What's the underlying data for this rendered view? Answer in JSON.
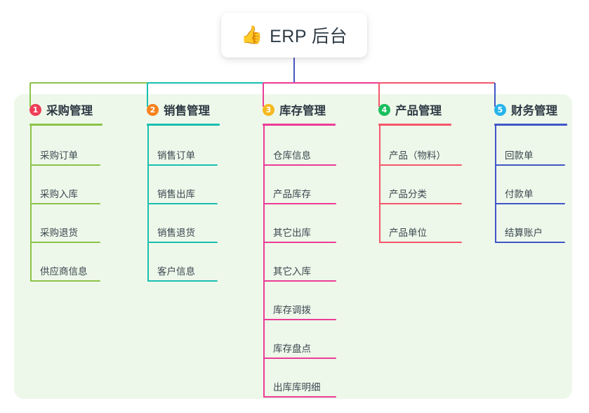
{
  "root": {
    "icon": "thumbs-up-icon",
    "emoji": "👍",
    "title": "ERP 后台"
  },
  "canvas": {
    "background": "#eef8ea"
  },
  "chart_data": {
    "type": "diagram",
    "title": "ERP 后台",
    "layout": "mind-map / tree, root on top with 5 branches",
    "branch_count": 5
  },
  "branches": [
    {
      "index": "1",
      "badge": "1",
      "badge_color": "#ef3e56",
      "color": "#8bc34a",
      "title": "采购管理",
      "items": [
        {
          "label": "采购订单"
        },
        {
          "label": "采购入库"
        },
        {
          "label": "采购退货"
        },
        {
          "label": "供应商信息"
        }
      ]
    },
    {
      "index": "2",
      "badge": "2",
      "badge_color": "#f6821f",
      "color": "#18bfb0",
      "title": "销售管理",
      "items": [
        {
          "label": "销售订单"
        },
        {
          "label": "销售出库"
        },
        {
          "label": "销售退货"
        },
        {
          "label": "客户信息"
        }
      ]
    },
    {
      "index": "3",
      "badge": "3",
      "badge_color": "#f5b820",
      "color": "#ec3c96",
      "title": "库存管理",
      "items": [
        {
          "label": "仓库信息"
        },
        {
          "label": "产品库存"
        },
        {
          "label": "其它出库"
        },
        {
          "label": "其它入库"
        },
        {
          "label": "库存调拨"
        },
        {
          "label": "库存盘点"
        },
        {
          "label": "出库库明细"
        }
      ]
    },
    {
      "index": "4",
      "badge": "4",
      "badge_color": "#19bf5e",
      "color": "#f4566a",
      "title": "产品管理",
      "items": [
        {
          "label": "产品（物料）"
        },
        {
          "label": "产品分类"
        },
        {
          "label": "产品单位"
        }
      ]
    },
    {
      "index": "5",
      "badge": "5",
      "badge_color": "#25b4ec",
      "color": "#3f57c8",
      "title": "财务管理",
      "items": [
        {
          "label": "回款单"
        },
        {
          "label": "付款单"
        },
        {
          "label": "结算账户"
        }
      ]
    }
  ]
}
